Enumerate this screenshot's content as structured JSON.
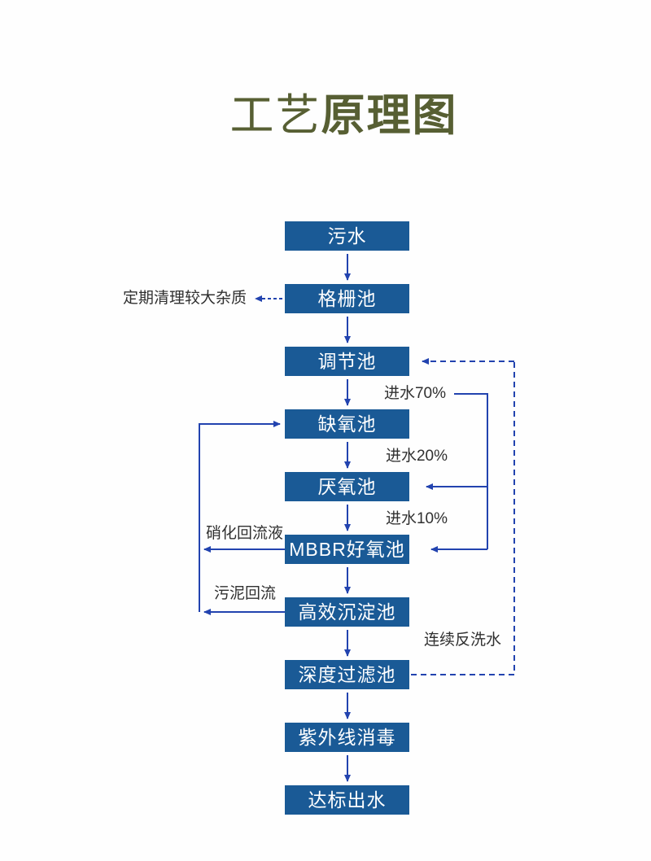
{
  "title": {
    "light": "工艺",
    "bold": "原理图"
  },
  "colors": {
    "box": "#1a5a96",
    "boxText": "#ffffff",
    "line": "#2243af",
    "label": "#303030",
    "title": "#575f33"
  },
  "flow": {
    "boxes": [
      {
        "label": "污水"
      },
      {
        "label": "格栅池"
      },
      {
        "label": "调节池"
      },
      {
        "label": "缺氧池"
      },
      {
        "label": "厌氧池"
      },
      {
        "label": "MBBR好氧池"
      },
      {
        "label": "高效沉淀池"
      },
      {
        "label": "深度过滤池"
      },
      {
        "label": "紫外线消毒"
      },
      {
        "label": "达标出水"
      }
    ]
  },
  "annotations": {
    "clean": "定期清理较大杂质",
    "inflow70": "进水70%",
    "inflow20": "进水20%",
    "inflow10": "进水10%",
    "nitrification": "硝化回流液",
    "sludge": "污泥回流",
    "backwash": "连续反洗水"
  }
}
